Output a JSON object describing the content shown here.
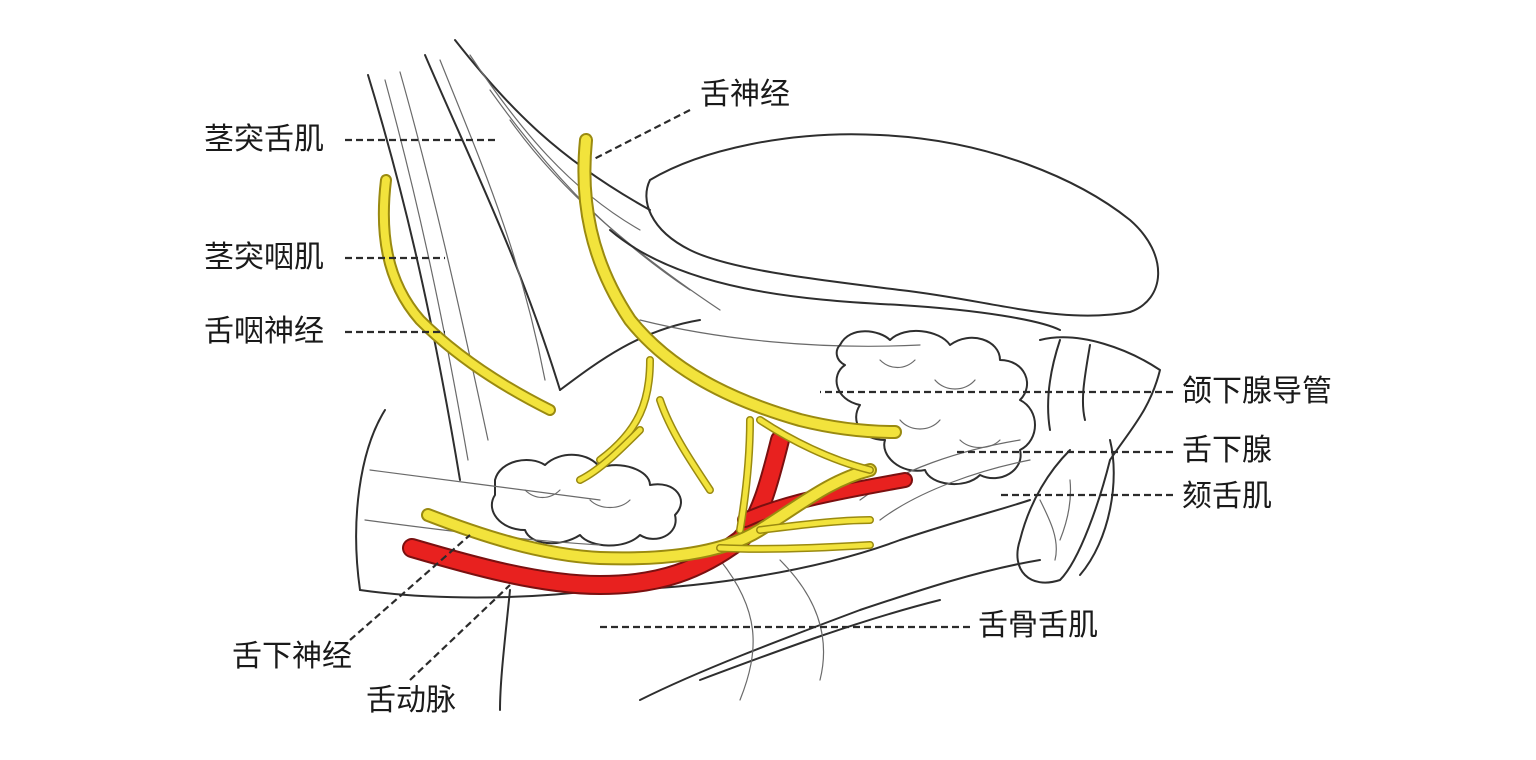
{
  "labels": {
    "styloglossus": "茎突舌肌",
    "stylopharyngeus": "茎突咽肌",
    "glossopharyngeal_nerve": "舌咽神经",
    "lingual_nerve": "舌神经",
    "submandibular_duct": "颌下腺导管",
    "sublingual_gland": "舌下腺",
    "genioglossus": "颏舌肌",
    "hyoglossus": "舌骨舌肌",
    "hypoglossal_nerve": "舌下神经",
    "lingual_artery": "舌动脉"
  },
  "colors": {
    "nerve": "#f2e33c",
    "artery": "#e8211f",
    "outline": "#2e2e2e",
    "background": "#ffffff"
  }
}
